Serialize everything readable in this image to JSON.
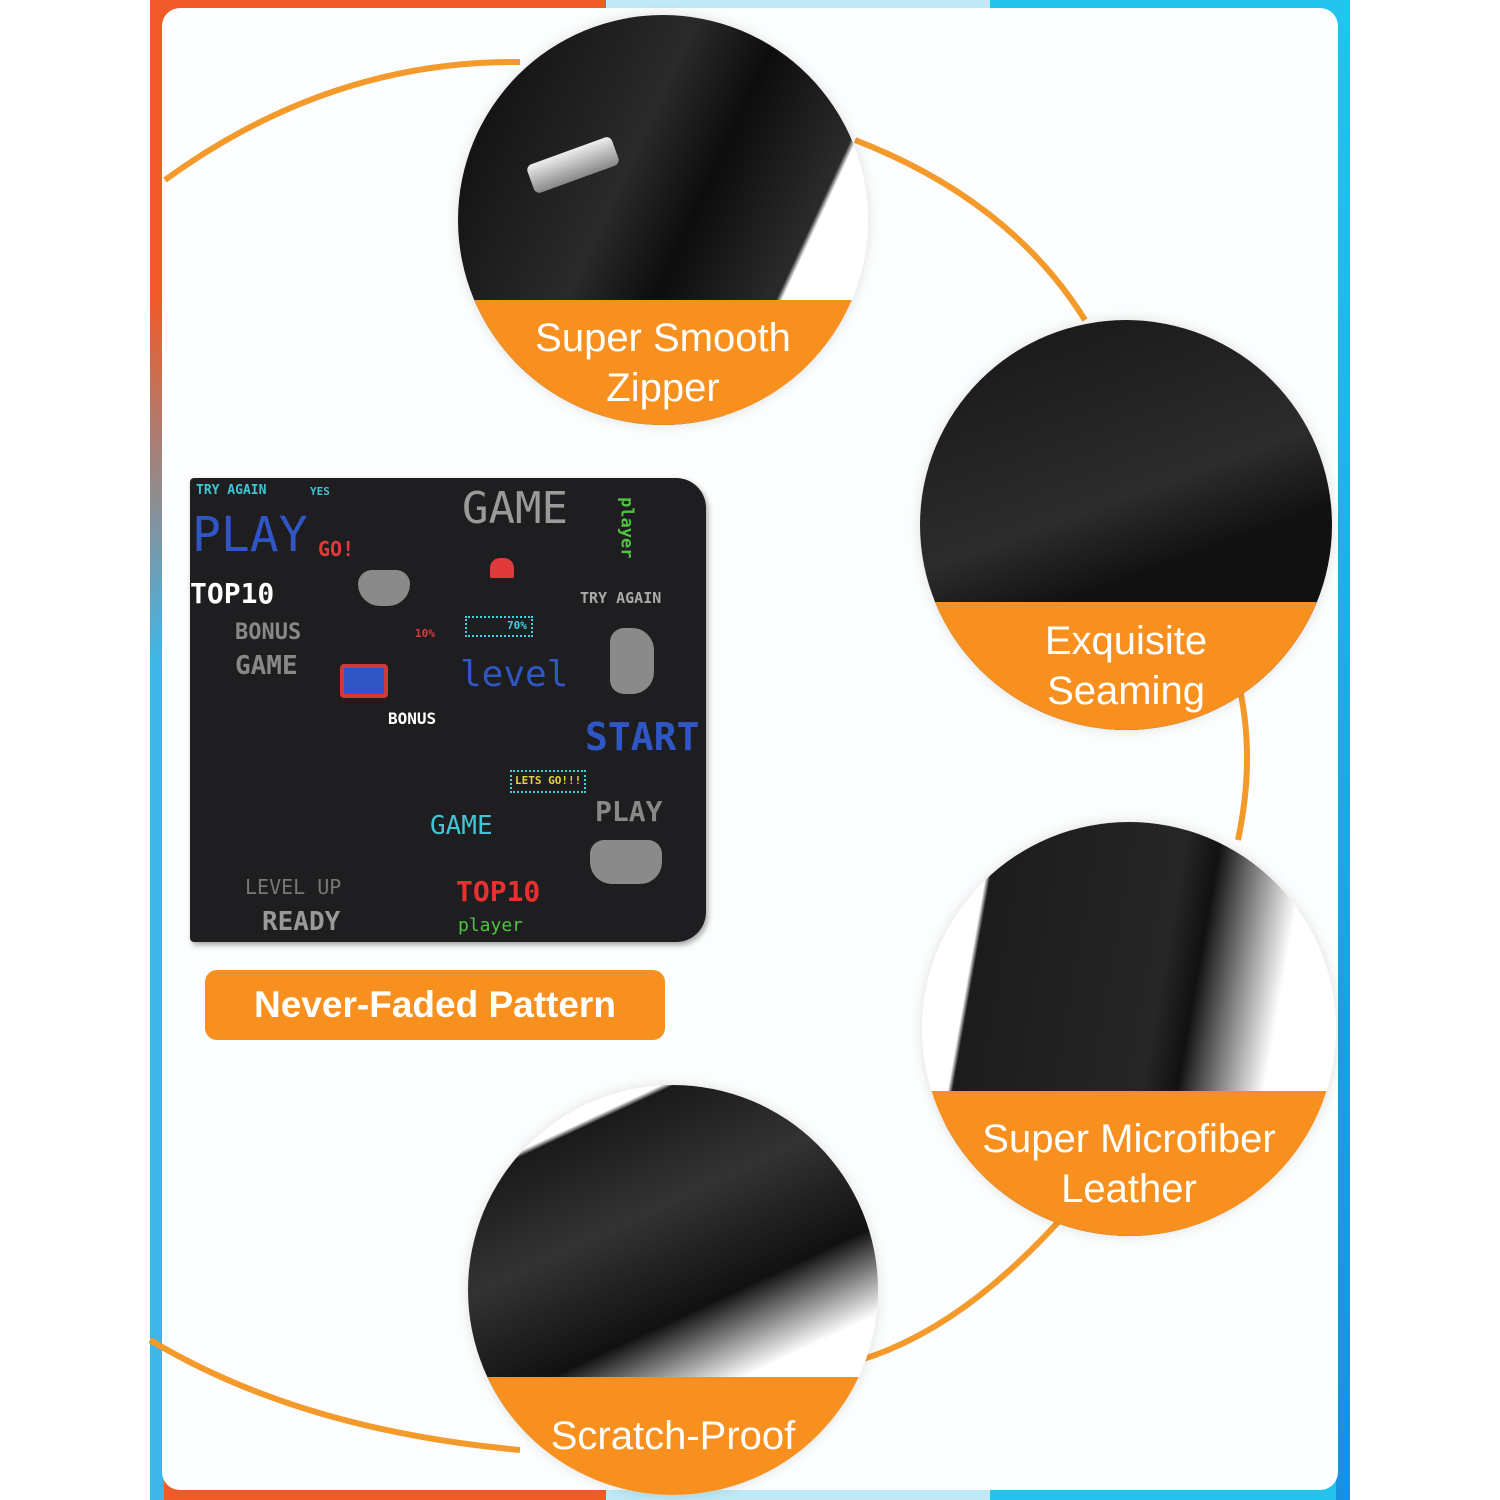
{
  "features": [
    {
      "line1": "Super Smooth",
      "line2": "Zipper"
    },
    {
      "line1": "Exquisite",
      "line2": "Seaming"
    },
    {
      "line1": "Super Microfiber",
      "line2": "Leather"
    },
    {
      "line1": "Scratch-Proof"
    }
  ],
  "pattern_label": "Never-Faded Pattern",
  "wallet_print": [
    "TRY AGAIN",
    "YES",
    "GAME",
    "player",
    "PLAY",
    "GO!",
    "TOP10",
    "BONUS",
    "GAME",
    "70%",
    "10%",
    "level",
    "TRY AGAIN",
    "START",
    "LETS GO!!!",
    "PLAY",
    "GAME",
    "LEVEL UP",
    "READY",
    "TOP10",
    "player",
    "BONUS"
  ],
  "colors": {
    "accent": "#f7901e",
    "frame_orange": "#f05a28",
    "frame_blue": "#22c4ee"
  }
}
